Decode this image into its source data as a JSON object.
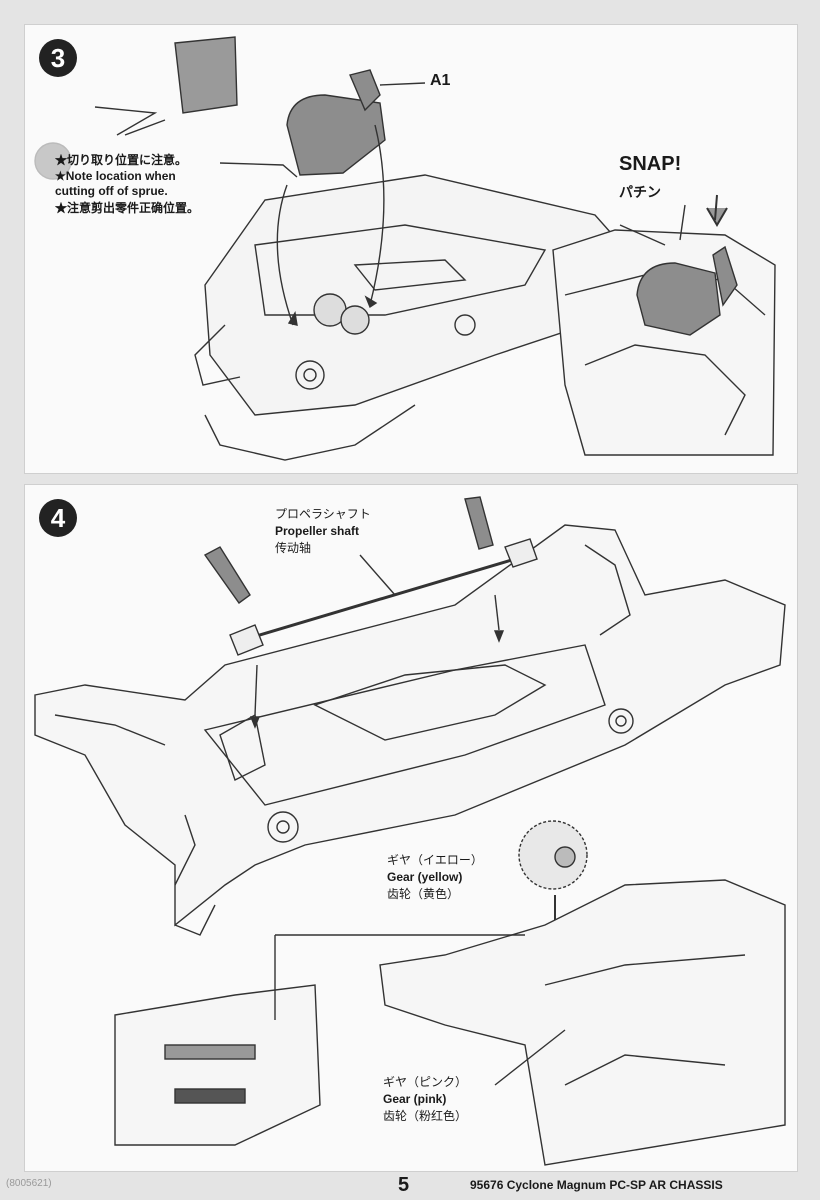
{
  "steps": {
    "step3": {
      "number": "3",
      "part_label": "A1",
      "note_ja": "★切り取り位置に注意。",
      "note_en_1": "★Note location when",
      "note_en_2": "cutting off of sprue.",
      "note_zh": "★注意剪出零件正确位置。",
      "snap_en": "SNAP!",
      "snap_ja": "パチン"
    },
    "step4": {
      "number": "4",
      "shaft_ja": "プロペラシャフト",
      "shaft_en": "Propeller shaft",
      "shaft_zh": "传动轴",
      "gear_yellow_ja": "ギヤ（イエロー）",
      "gear_yellow_en": "Gear (yellow)",
      "gear_yellow_zh": "齿轮（黄色）",
      "gear_pink_ja": "ギヤ（ピンク）",
      "gear_pink_en": "Gear (pink)",
      "gear_pink_zh": "齿轮（粉红色）"
    }
  },
  "footer": {
    "page_number": "5",
    "product_code": "95676 Cyclone Magnum PC-SP AR CHASSIS",
    "corner_code": "(8005621)"
  }
}
